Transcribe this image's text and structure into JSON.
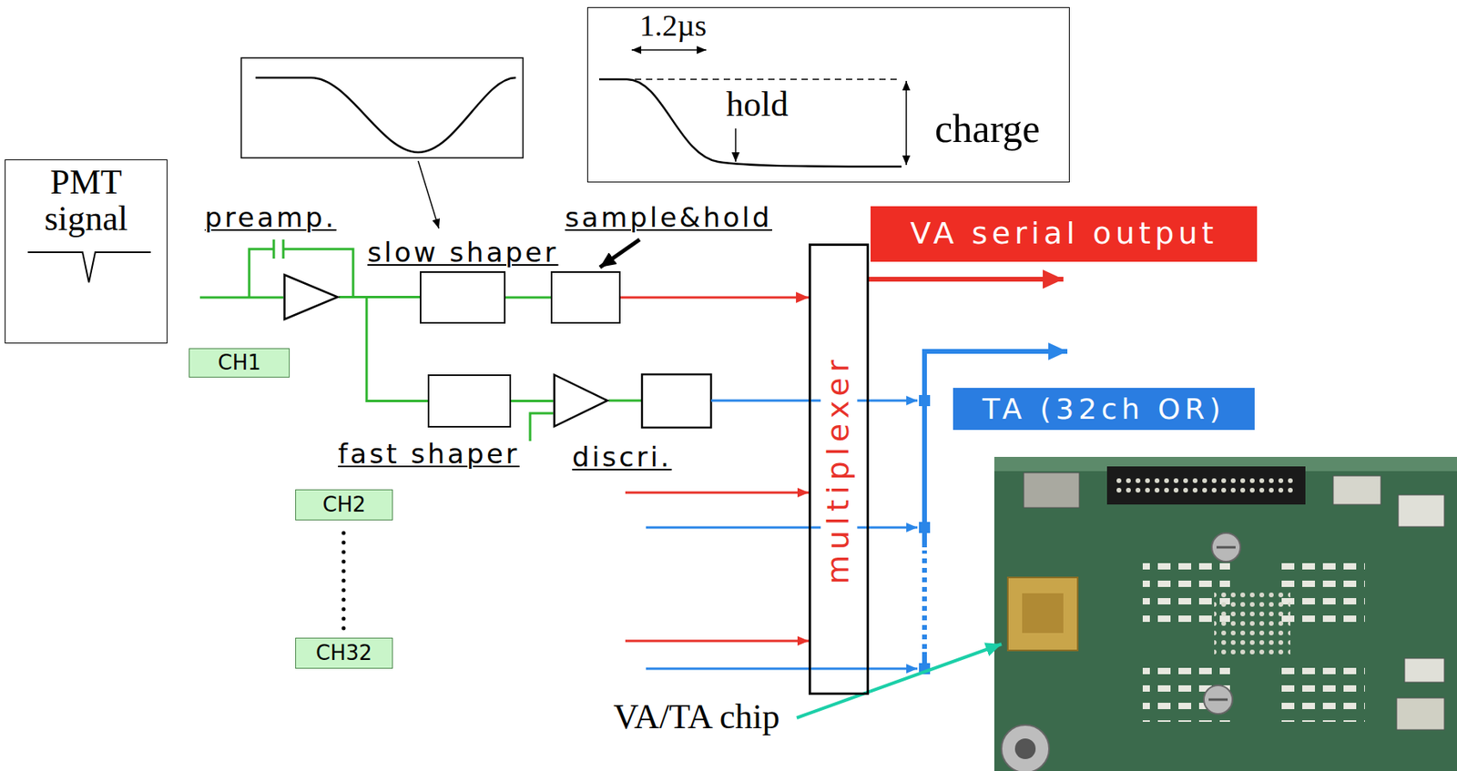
{
  "diagram": {
    "nodes": [
      {
        "text": [
          "1.2µs",
          "hold",
          "charge"
        ]
      },
      {
        "text": [
          "PMT signal"
        ]
      },
      {
        "text": [
          "preamp."
        ]
      },
      {
        "text": [
          "slow shaper"
        ]
      },
      {
        "text": [
          "sample&hold"
        ]
      },
      {
        "text": [
          "VA serial output"
        ]
      },
      {
        "text": [
          "CH1"
        ]
      },
      {
        "text": [
          "multiplexer"
        ]
      },
      {
        "text": [
          "TA (32ch OR)"
        ]
      },
      {
        "text": [
          "fast shaper"
        ]
      },
      {
        "text": [
          "discri."
        ]
      },
      {
        "text": [
          "CH2"
        ]
      },
      {
        "text": [
          "CH32"
        ]
      }
    ],
    "edges": [
      {
        "from": 2,
        "to": 3,
        "arrow": "none"
      },
      {
        "from": 2,
        "to": 9,
        "arrow": "none"
      },
      {
        "from": 3,
        "to": 4,
        "arrow": "none"
      },
      {
        "from": 4,
        "to": 7,
        "arrow": "to"
      },
      {
        "from": 9,
        "to": 10,
        "arrow": "none"
      }
    ],
    "labels": [
      "VA/TA chip"
    ]
  }
}
